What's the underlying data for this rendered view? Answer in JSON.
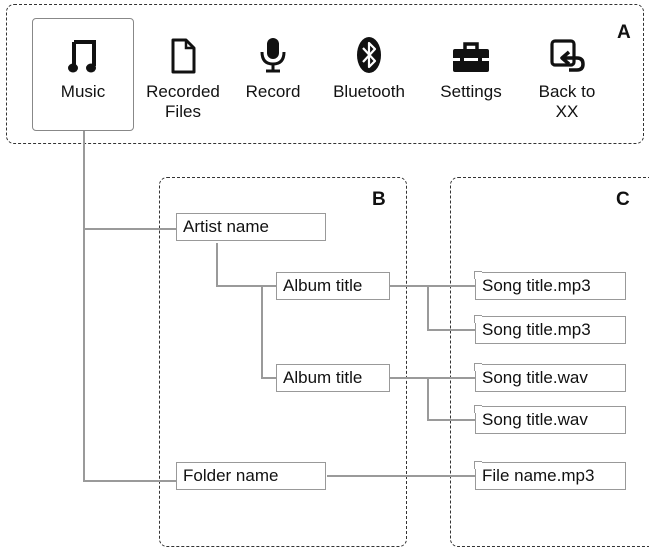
{
  "regions": {
    "a": "A",
    "b": "B",
    "c": "C"
  },
  "menu": [
    {
      "label": "Music",
      "icon": "music-note-icon"
    },
    {
      "label": "Recorded\nFiles",
      "icon": "document-icon"
    },
    {
      "label": "Record",
      "icon": "microphone-icon"
    },
    {
      "label": "Bluetooth",
      "icon": "bluetooth-icon"
    },
    {
      "label": "Settings",
      "icon": "toolbox-icon"
    },
    {
      "label": "Back to\nXX",
      "icon": "back-arrow-icon"
    }
  ],
  "tree": {
    "artist": "Artist name",
    "album1": "Album title",
    "album2": "Album title",
    "folder": "Folder name",
    "song1": "Song title.mp3",
    "song2": "Song title.mp3",
    "song3": "Song title.wav",
    "song4": "Song title.wav",
    "file": "File name.mp3"
  }
}
